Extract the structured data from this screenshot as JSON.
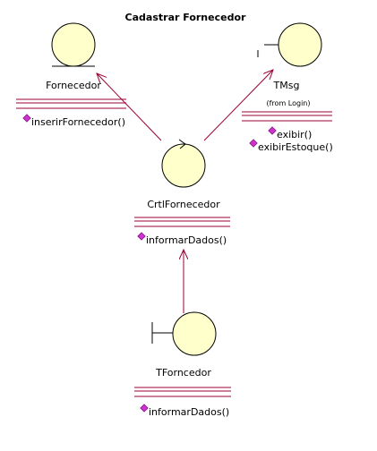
{
  "title": "Cadastrar Fornecedor",
  "colors": {
    "circle_fill": "#ffffcc",
    "circle_stroke": "#000000",
    "compartment_line": "#990033",
    "arrow": "#990033",
    "method_icon": "#cc33cc"
  },
  "classes": [
    {
      "id": "fornecedor",
      "stereotype_icon": "entity-icon",
      "name": "Fornecedor",
      "package_note": "",
      "operations": [
        "inserirFornecedor()"
      ]
    },
    {
      "id": "tmsg",
      "stereotype_icon": "boundary-icon",
      "name": "TMsg",
      "package_note": "(from Login)",
      "operations": [
        "exibir()",
        "exibirEstoque()"
      ]
    },
    {
      "id": "crtlfornecedor",
      "stereotype_icon": "control-icon",
      "name": "CrtlFornecedor",
      "package_note": "",
      "operations": [
        "informarDados()"
      ]
    },
    {
      "id": "tforncedor",
      "stereotype_icon": "boundary-icon",
      "name": "TForncedor",
      "package_note": "",
      "operations": [
        "informarDados()"
      ]
    }
  ],
  "associations": [
    {
      "from": "crtlfornecedor",
      "to": "fornecedor"
    },
    {
      "from": "crtlfornecedor",
      "to": "tmsg"
    },
    {
      "from": "tforncedor",
      "to": "crtlfornecedor"
    }
  ]
}
